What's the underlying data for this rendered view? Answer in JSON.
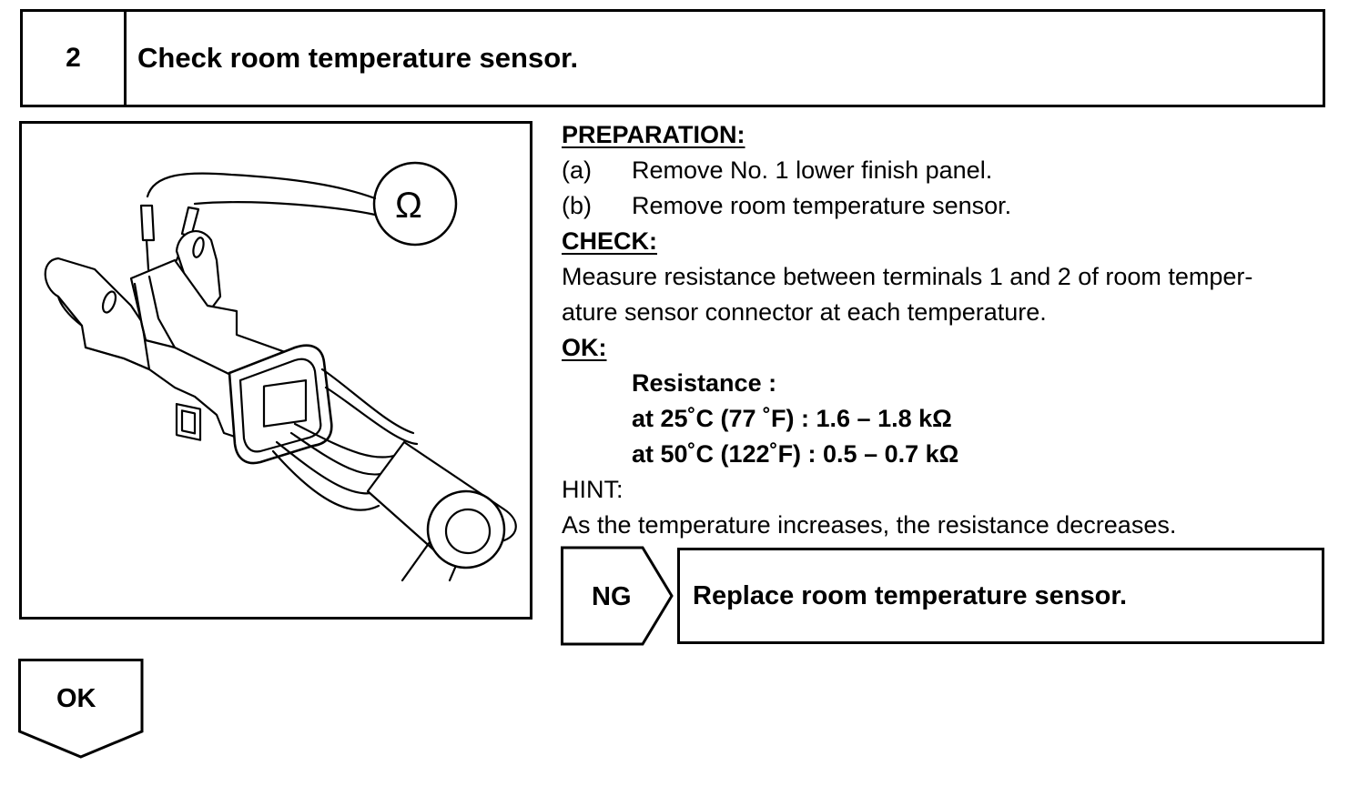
{
  "step": {
    "number": "2",
    "title": "Check room temperature sensor."
  },
  "figure": {
    "meter_symbol": "Ω"
  },
  "preparation": {
    "heading": "PREPARATION:",
    "items": [
      {
        "marker": "(a)",
        "text": "Remove No. 1 lower finish panel."
      },
      {
        "marker": "(b)",
        "text": "Remove room temperature sensor."
      }
    ]
  },
  "check": {
    "heading": "CHECK:",
    "lines": [
      "Measure resistance between terminals 1 and 2 of room temper-",
      "ature sensor connector at each temperature."
    ]
  },
  "ok_spec": {
    "heading": "OK:",
    "resistance_label": "Resistance :",
    "rows": [
      "at 25˚C (77 ˚F) : 1.6 – 1.8 kΩ",
      "at 50˚C (122˚F) : 0.5 – 0.7 kΩ"
    ]
  },
  "hint": {
    "heading": "HINT:",
    "text": "As the temperature increases, the resistance decreases."
  },
  "ng_branch": {
    "label": "NG",
    "action": "Replace room temperature sensor."
  },
  "ok_branch": {
    "label": "OK"
  }
}
